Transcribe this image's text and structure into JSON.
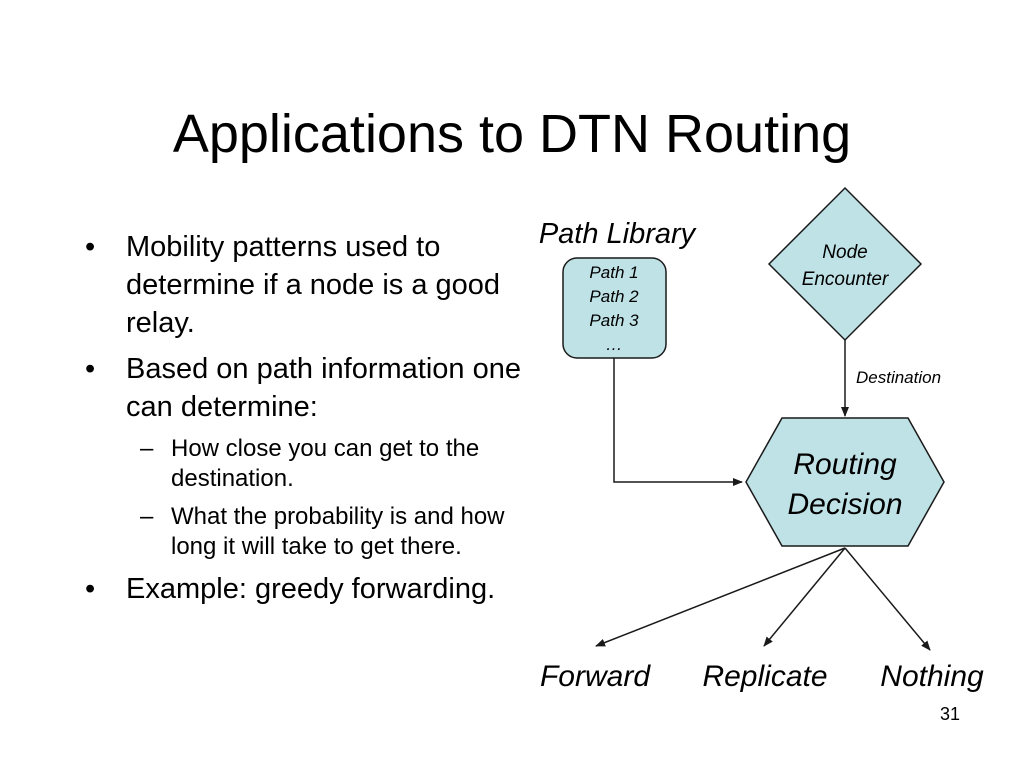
{
  "slide": {
    "title": "Applications to DTN Routing",
    "page_number": "31"
  },
  "bullets": [
    {
      "text": "Mobility patterns used to determine if a node is a good relay."
    },
    {
      "text": "Based on path information one can determine:",
      "subitems": [
        "How close you can get to the destination.",
        "What the probability is and how long it will take to get there."
      ]
    },
    {
      "text": "Example: greedy forwarding."
    }
  ],
  "diagram": {
    "path_library_label": "Path Library",
    "path_library_items": [
      "Path 1",
      "Path 2",
      "Path 3",
      "…"
    ],
    "node_encounter": [
      "Node",
      "Encounter"
    ],
    "destination_label": "Destination",
    "routing_decision": [
      "Routing",
      "Decision"
    ],
    "outcomes": [
      "Forward",
      "Replicate",
      "Nothing"
    ],
    "colors": {
      "shape_fill": "#bfe2e6",
      "stroke": "#1a1a1a"
    }
  }
}
